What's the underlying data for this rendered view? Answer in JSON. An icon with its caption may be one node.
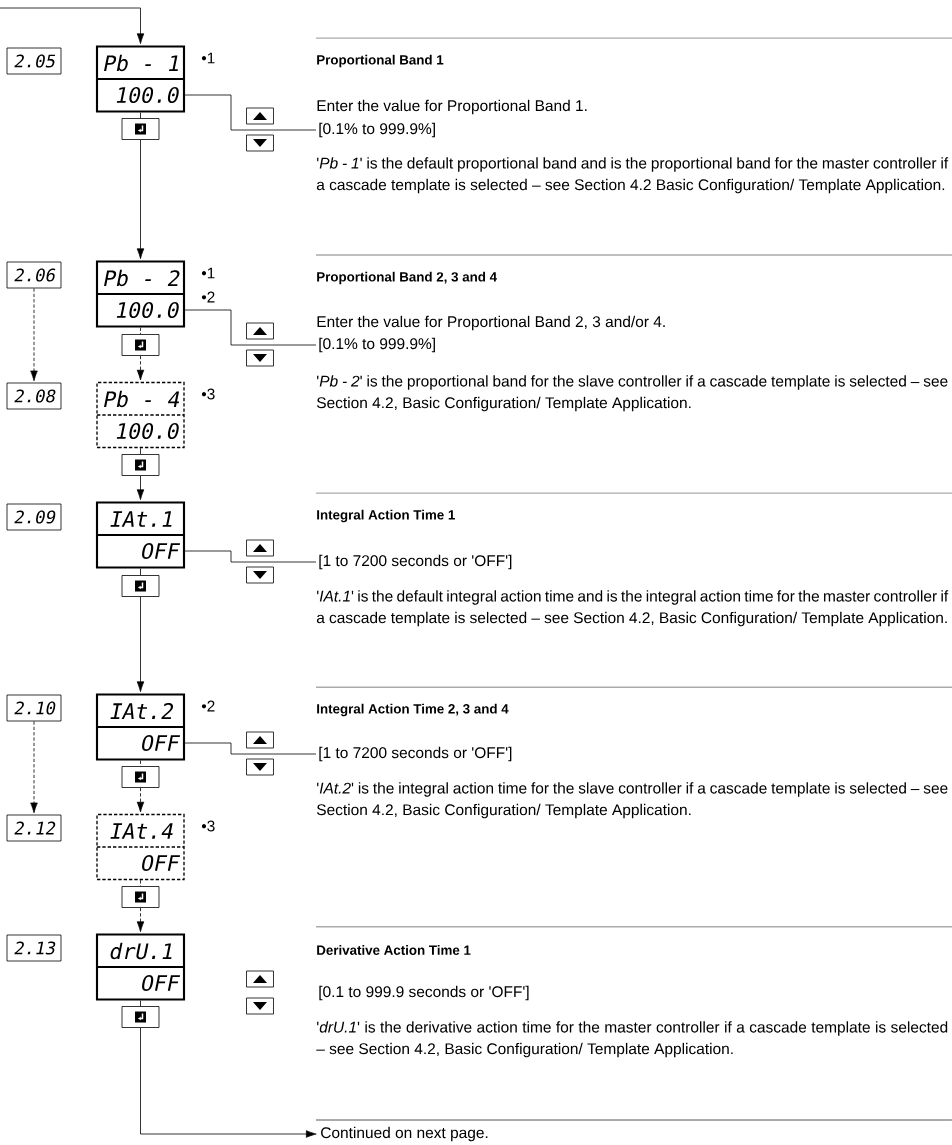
{
  "diagram": {
    "nodes": [
      {
        "text": [
          "2.05"
        ]
      },
      {
        "text": [
          "Pb - 1",
          "100.0"
        ],
        "beside": [
          "•1"
        ]
      },
      {
        "text": [],
        "shape": "box"
      },
      {
        "text": [
          "[0.1% to 999.9%]"
        ]
      },
      {
        "text": [
          "2.06"
        ]
      },
      {
        "text": [
          "Pb - 2",
          "100.0"
        ],
        "beside": [
          "•1",
          "•2"
        ]
      },
      {
        "text": [],
        "shape": "box"
      },
      {
        "text": [
          "[0.1% to 999.9%]"
        ]
      },
      {
        "text": [
          "2.08"
        ]
      },
      {
        "text": [
          "Pb - 4",
          "100.0"
        ],
        "beside": [
          "•3"
        ]
      },
      {
        "text": [],
        "shape": "box"
      },
      {
        "text": [
          "2.09"
        ]
      },
      {
        "text": [
          "IAt.1",
          "OFF"
        ]
      },
      {
        "text": [],
        "shape": "box"
      },
      {
        "text": [
          "[1 to 7200 seconds or 'OFF']"
        ]
      },
      {
        "text": [
          "2.10"
        ]
      },
      {
        "text": [
          "IAt.2",
          "OFF"
        ],
        "beside": [
          "•2"
        ]
      },
      {
        "text": [],
        "shape": "box"
      },
      {
        "text": [
          "[1 to 7200 seconds or 'OFF']"
        ]
      },
      {
        "text": [
          "2.12"
        ]
      },
      {
        "text": [
          "IAt.4",
          "OFF"
        ],
        "beside": [
          "•3"
        ]
      },
      {
        "text": [],
        "shape": "box"
      },
      {
        "text": [
          "2.13"
        ]
      },
      {
        "text": [
          "drU.1",
          "OFF"
        ]
      },
      {
        "text": [],
        "shape": "box"
      },
      {
        "text": [
          "[0.1 to 999.9 seconds or 'OFF']"
        ]
      },
      {
        "text": [
          "Continued on next page."
        ]
      }
    ],
    "edges": [
      {
        "from": null,
        "to": 1,
        "arrow": "to"
      },
      {
        "from": 1,
        "to": 2,
        "arrow": "none"
      },
      {
        "from": 2,
        "to": 5,
        "arrow": "to"
      },
      {
        "from": 1,
        "to": 3,
        "arrow": "none"
      },
      {
        "from": 4,
        "to": 8,
        "arrow": "to",
        "style": "dashed"
      },
      {
        "from": 5,
        "to": 6,
        "arrow": "none",
        "style": "dashed"
      },
      {
        "from": 6,
        "to": 9,
        "arrow": "to",
        "style": "dashed"
      },
      {
        "from": 5,
        "to": 7,
        "arrow": "none"
      },
      {
        "from": 9,
        "to": 10,
        "arrow": "none"
      },
      {
        "from": 10,
        "to": 12,
        "arrow": "to"
      },
      {
        "from": 12,
        "to": 13,
        "arrow": "none"
      },
      {
        "from": 13,
        "to": 16,
        "arrow": "to"
      },
      {
        "from": 12,
        "to": 14,
        "arrow": "none"
      },
      {
        "from": 15,
        "to": 19,
        "arrow": "to",
        "style": "dashed"
      },
      {
        "from": 16,
        "to": 17,
        "arrow": "none",
        "style": "dashed"
      },
      {
        "from": 17,
        "to": 20,
        "arrow": "to",
        "style": "dashed"
      },
      {
        "from": 16,
        "to": 18,
        "arrow": "none"
      },
      {
        "from": 20,
        "to": 21,
        "arrow": "none",
        "style": "dashed"
      },
      {
        "from": 21,
        "to": 23,
        "arrow": "to",
        "style": "dashed"
      },
      {
        "from": 23,
        "to": 24,
        "arrow": "none"
      },
      {
        "from": 24,
        "to": 26,
        "arrow": "to"
      }
    ],
    "labels": [
      "Proportional Band 1",
      "Enter the value for Proportional Band 1.",
      "'*Pb - 1*' is the default proportional band and is the proportional band for the master controller if a cascade template is selected – see Section 4.2 Basic Configuration/ Template Application.",
      "Proportional Band 2, 3 and 4",
      "Enter the value for Proportional Band  2, 3 and/or 4.",
      "'*Pb - 2*' is the proportional band for the slave controller if a cascade template is selected – see Section 4.2, Basic Configuration/ Template Application.",
      "Integral Action Time 1",
      "'*IAt.1*' is the default integral action time and is the integral action time for the master controller if a cascade template is selected – see Section 4.2, Basic Configuration/ Template Application.",
      "Integral Action Time 2, 3 and 4",
      "'*IAt.2*' is the integral action time for the slave controller if a cascade template is selected – see Section 4.2, Basic Configuration/ Template Application.",
      "Derivative Action Time 1",
      "'*drU.1*' is the derivative action time for the master controller if a cascade template is selected – see Section 4.2, Basic Configuration/ Template Application."
    ]
  }
}
